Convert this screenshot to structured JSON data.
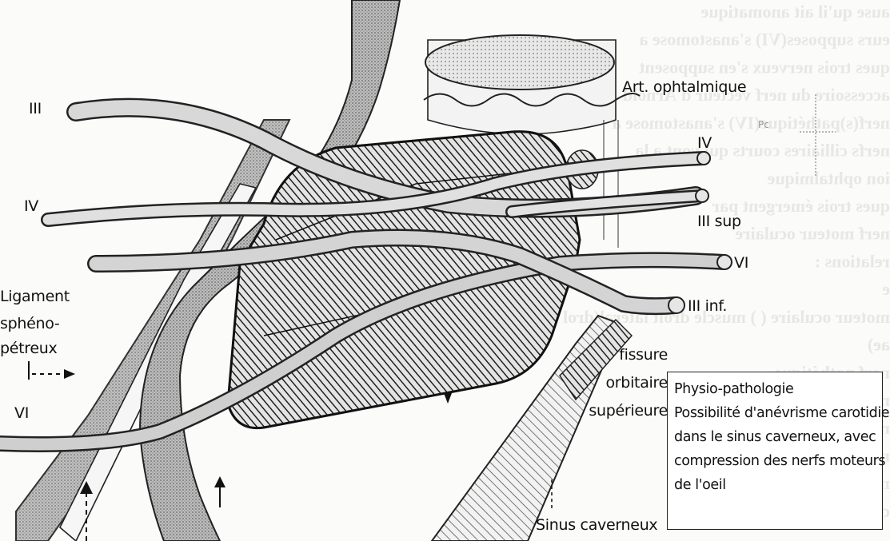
{
  "labels": {
    "art_ophtalmique": "Art. ophtalmique",
    "iv_right": "IV",
    "iii_sup": "III sup",
    "vi_right": "VI",
    "iii_inf": "III inf.",
    "iii_left": "III",
    "iv_left": "IV",
    "ligament_line1": "Ligament",
    "ligament_line2": "sphéno-",
    "ligament_line3": "pétreux",
    "vi_left": "VI",
    "fissure_line1": "fissure",
    "fissure_line2": "orbitaire",
    "fissure_line3": "supérieure",
    "sinus_caverneux": "Sinus caverneux"
  },
  "note_box": {
    "line1": "Physio-pathologie",
    "line2": "Possibilité d'anévrisme carotidien",
    "line3": "dans le sinus caverneux, avec",
    "line4": "compression des nerfs moteurs",
    "line5": "de l'oeil"
  },
  "background_text": [
    "ause qu'il ait anomatique",
    "eurs supposes(VI) s'anastomose a",
    "ques trois nerveux s'en supposent",
    "accessoire du nerf vecteur d'Arnold",
    "nerf(s)pathétique(IV) s'anastomose a",
    "nerfs cilliaires courts qui vont a la",
    "ion ophtalmique",
    "ques trois émergent par",
    "nerf moteur oculaire",
    "relations :",
    "e",
    "moteur oculaire ( ) muscle droit latéral(drol",
    "ae)",
    "nerf pathétique",
    "nerf moteur oculaire commun",
    "moteur ciliaire",
    "nerfs moteurs",
    "nerf moteur oculaire",
    "continues moteurs"
  ],
  "colors": {
    "ink": "#1a1a1a",
    "hatch_fill": "#3a3a3a",
    "nerve_fill": "#cfcfcf",
    "bg": "#fbfbf9",
    "ghost_text": "#e7e7e4"
  }
}
